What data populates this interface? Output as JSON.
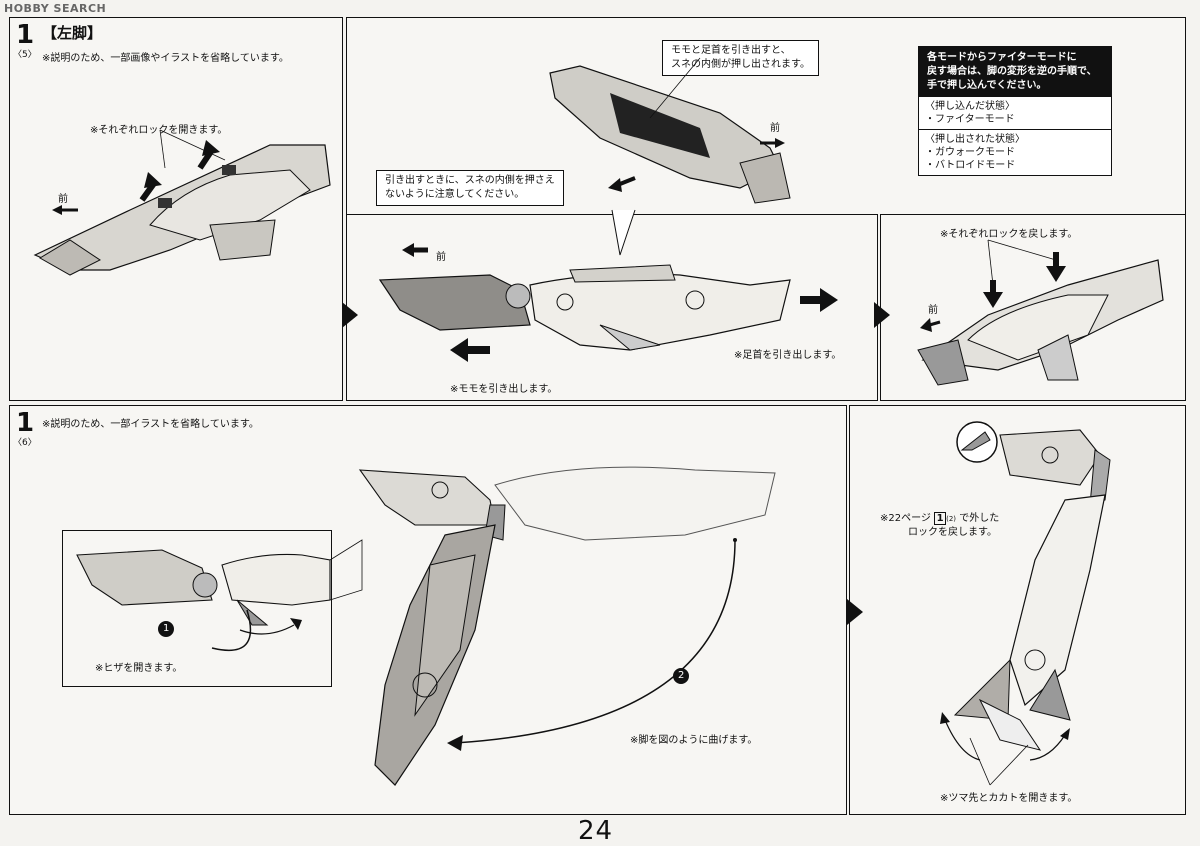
{
  "watermark": "HOBBY SEARCH",
  "page_number": "24",
  "step_top": {
    "number": "1",
    "sub": "〈5〉",
    "title": "【左脚】",
    "note": "※説明のため、一部画像やイラストを省略しています。",
    "lock_open": "※それぞれロックを開きます。",
    "front1": "前",
    "callout_pull": [
      "モモと足首を引き出すと、",
      "スネの内側が押し出されます。"
    ],
    "front2": "前",
    "callout_caution": [
      "引き出すときに、スネの内側を押さえ",
      "ないように注意してください。"
    ],
    "front3": "前",
    "ankle_pull": "※足首を引き出します。",
    "thigh_pull": "※モモを引き出します。",
    "lock_return": "※それぞれロックを戻します。",
    "front4": "前",
    "info": {
      "header": [
        "各モードからファイターモードに",
        "戻す場合は、脚の変形を逆の手順で、",
        "手で押し込んでください。"
      ],
      "pushed_title": "〈押し込んだ状態〉",
      "pushed_items": [
        "・ファイターモード"
      ],
      "pulled_title": "〈押し出された状態〉",
      "pulled_items": [
        "・ガウォークモード",
        "・バトロイドモード"
      ]
    }
  },
  "step_bottom": {
    "number": "1",
    "sub": "〈6〉",
    "note": "※説明のため、一部イラストを省略しています。",
    "knee_num": "1",
    "knee_open": "※ヒザを開きます。",
    "bend_num": "2",
    "bend": "※脚を図のように曲げます。",
    "page_ref_pre": "※22ページ",
    "page_ref_step": "1",
    "page_ref_sub": "(2)",
    "page_ref_post": "で外した",
    "page_ref_line2": "ロックを戻します。",
    "toe_heel": "※ツマ先とカカトを開きます。"
  }
}
